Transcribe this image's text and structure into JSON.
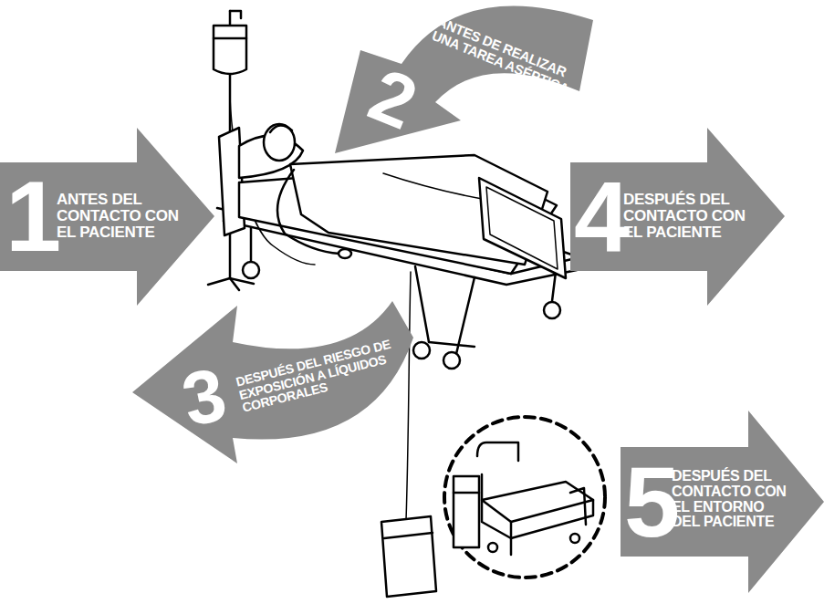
{
  "diagram": {
    "nodes": [
      {
        "text": [
          "1",
          "ANTES DEL CONTACTO CON EL PACIENTE"
        ]
      },
      {
        "text": [
          "2",
          "ANTES DE REALIZAR UNA TAREA ASÉPTICA"
        ]
      },
      {
        "text": [
          "3",
          "DESPUÉS DEL RIESGO DE EXPOSICIÓN A LÍQUIDOS CORPORALES"
        ]
      },
      {
        "text": [
          "4",
          "DESPUÉS DEL CONTACTO CON EL PACIENTE"
        ]
      },
      {
        "text": [
          "5",
          "DESPUÉS DEL CONTACTO CON EL ENTORNO DEL PACIENTE"
        ]
      }
    ]
  }
}
